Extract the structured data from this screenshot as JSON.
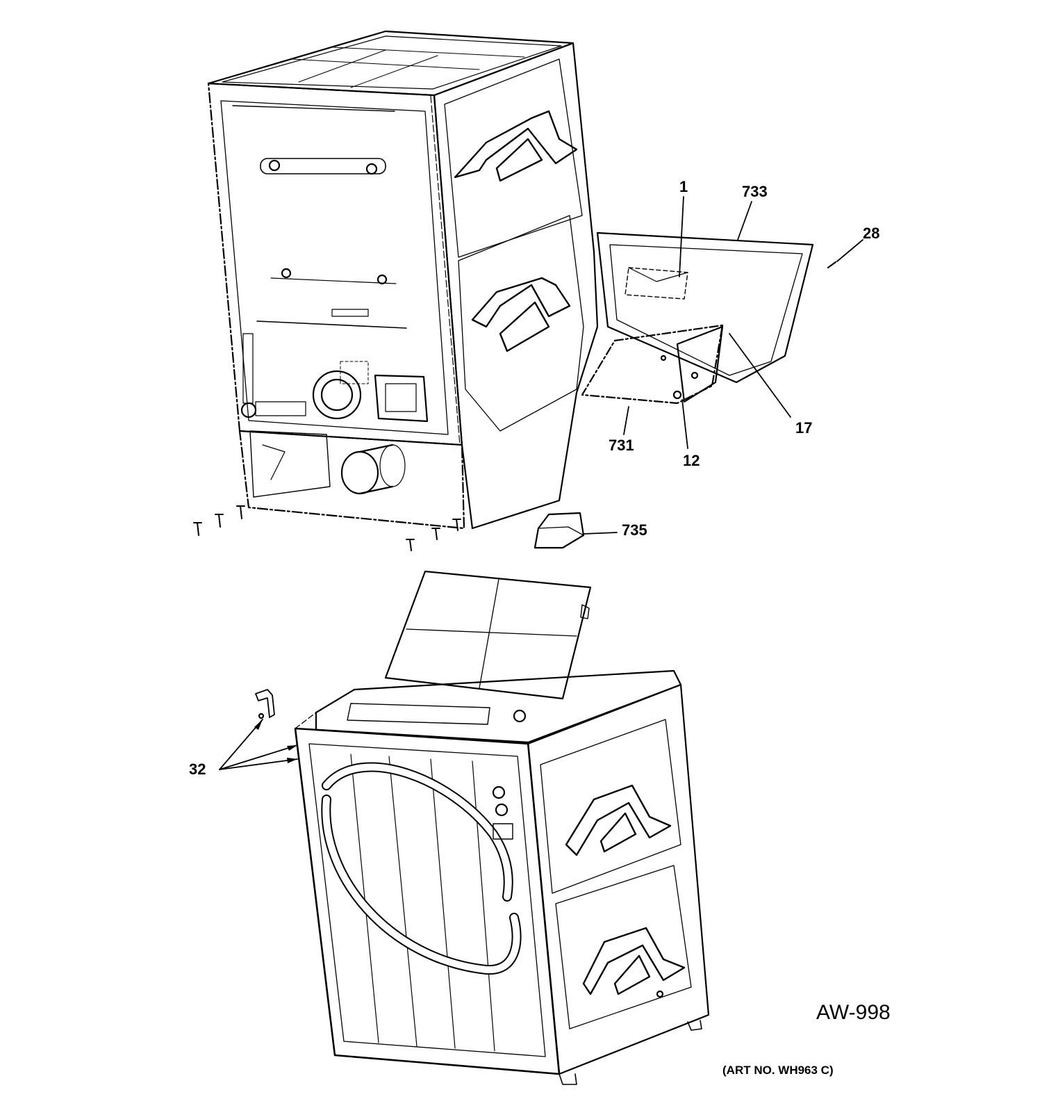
{
  "diagram": {
    "callouts": {
      "c1": "1",
      "c733": "733",
      "c28": "28",
      "c17": "17",
      "c731": "731",
      "c12": "12",
      "c735": "735",
      "c32": "32"
    },
    "drawing_code": "AW-998",
    "art_number": "(ART NO. WH963 C)"
  },
  "colors": {
    "line": "#000000",
    "background": "#ffffff"
  }
}
